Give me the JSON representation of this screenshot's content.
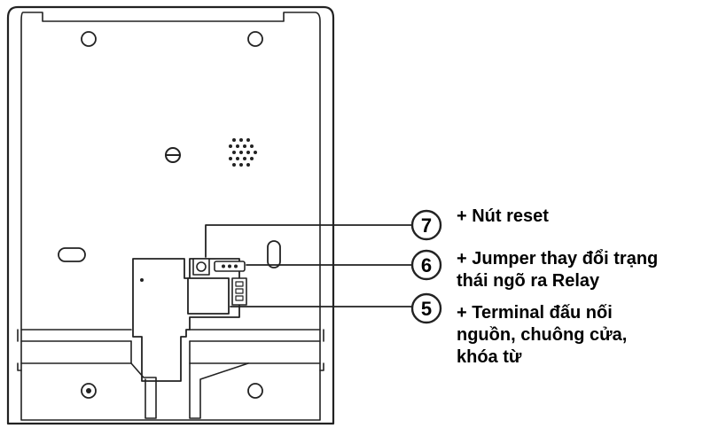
{
  "callouts": [
    {
      "number": "7",
      "lines": [
        "+ Nút reset"
      ]
    },
    {
      "number": "6",
      "lines": [
        "+ Jumper thay đổi trạng",
        "thái ngõ ra Relay"
      ]
    },
    {
      "number": "5",
      "lines": [
        "+ Terminal đấu nối",
        "nguồn, chuông cửa,",
        "khóa từ"
      ]
    }
  ],
  "colors": {
    "line": "#222222",
    "fill": "#ffffff",
    "text": "#000000"
  }
}
